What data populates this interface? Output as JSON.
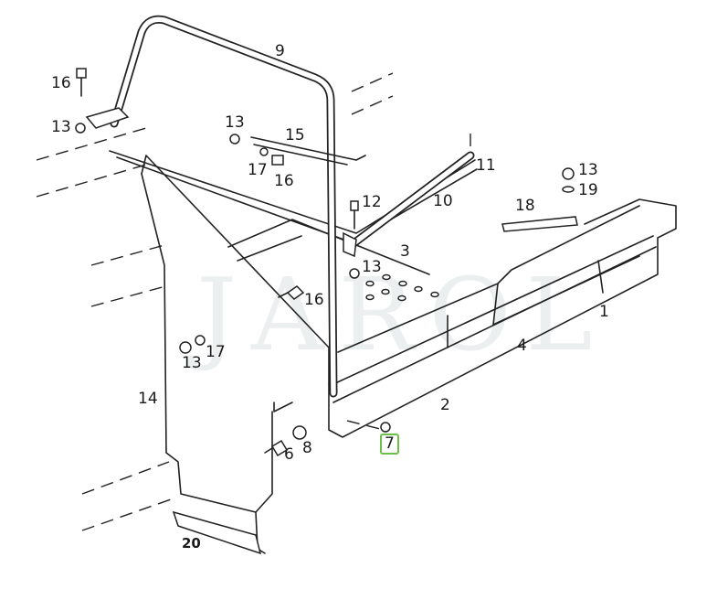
{
  "watermark": "JAROL",
  "highlight_color": "#6cc04a",
  "callouts": [
    {
      "id": "c9",
      "text": "9"
    },
    {
      "id": "c16a",
      "text": "16"
    },
    {
      "id": "c13a",
      "text": "13"
    },
    {
      "id": "c13b",
      "text": "13"
    },
    {
      "id": "c15",
      "text": "15"
    },
    {
      "id": "c17a",
      "text": "17"
    },
    {
      "id": "c16b",
      "text": "16"
    },
    {
      "id": "c11",
      "text": "11"
    },
    {
      "id": "c13c",
      "text": "13"
    },
    {
      "id": "c19",
      "text": "19"
    },
    {
      "id": "c12",
      "text": "12"
    },
    {
      "id": "c10",
      "text": "10"
    },
    {
      "id": "c18",
      "text": "18"
    },
    {
      "id": "c3",
      "text": "3"
    },
    {
      "id": "c13d",
      "text": "13"
    },
    {
      "id": "c16c",
      "text": "16"
    },
    {
      "id": "c1",
      "text": "1"
    },
    {
      "id": "c17b",
      "text": "17"
    },
    {
      "id": "c13e",
      "text": "13"
    },
    {
      "id": "c4",
      "text": "4"
    },
    {
      "id": "c14",
      "text": "14"
    },
    {
      "id": "c2",
      "text": "2"
    },
    {
      "id": "c8",
      "text": "8"
    },
    {
      "id": "c6",
      "text": "6"
    },
    {
      "id": "c7",
      "text": "7",
      "highlighted": true
    },
    {
      "id": "c20",
      "text": "20"
    }
  ]
}
